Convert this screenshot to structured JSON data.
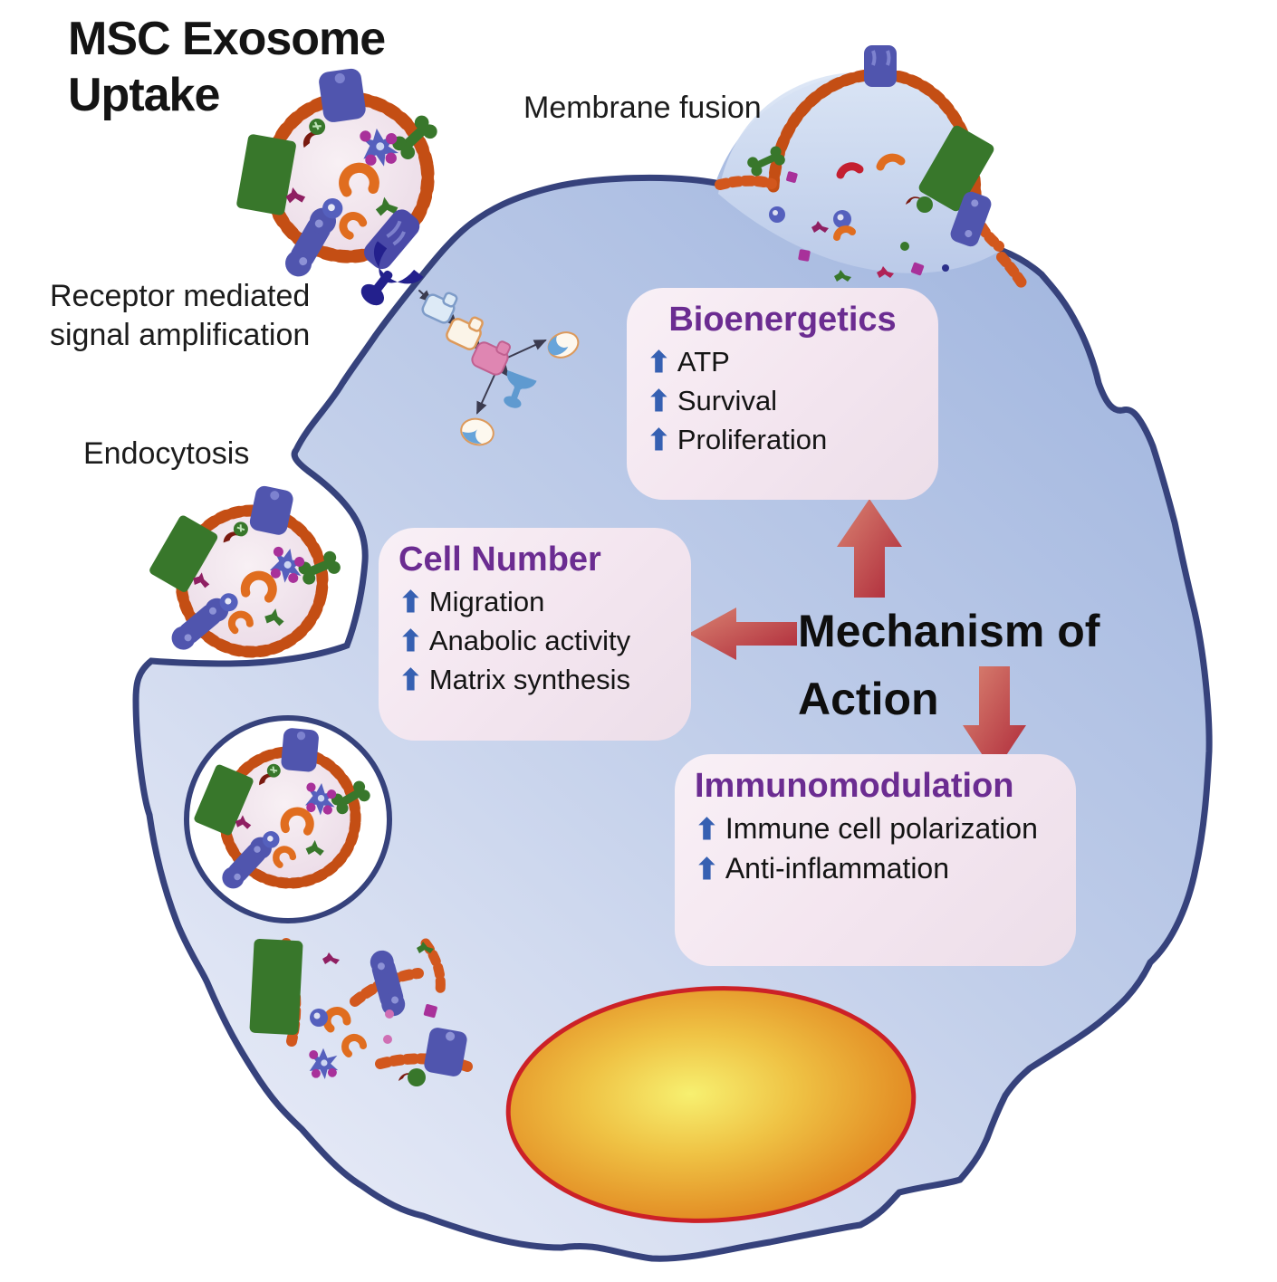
{
  "title": "MSC Exosome Uptake",
  "labels": {
    "membrane_fusion": "Membrane fusion",
    "receptor_mediated": "Receptor mediated signal amplification",
    "endocytosis": "Endocytosis"
  },
  "mechanism": {
    "label": "Mechanism of Action"
  },
  "boxes": {
    "bioenergetics": {
      "title": "Bioenergetics",
      "items": [
        "ATP",
        "Survival",
        "Proliferation"
      ]
    },
    "cell_number": {
      "title": "Cell Number",
      "items": [
        "Migration",
        "Anabolic activity",
        "Matrix synthesis"
      ]
    },
    "immunomodulation": {
      "title": "Immunomodulation",
      "items": [
        "Immune cell polarization",
        "Anti-inflammation"
      ]
    }
  },
  "icons": {
    "up_arrow_glyph": "⬆"
  },
  "colors": {
    "cell_fill_top": "#9fb4de",
    "cell_fill_bottom": "#eaedf8",
    "cell_border": "#36427c",
    "exosome_membrane": "#d2571d",
    "exosome_fill": "#f2e6ee",
    "box_background": "#f5e9f1",
    "box_title": "#6b2c91",
    "list_arrow_blue": "#3660b2",
    "flow_arrow_red": "#b72f3d",
    "nucleus_center": "#f7f070",
    "nucleus_edge": "#d8701e",
    "nucleus_border": "#cc2127"
  }
}
